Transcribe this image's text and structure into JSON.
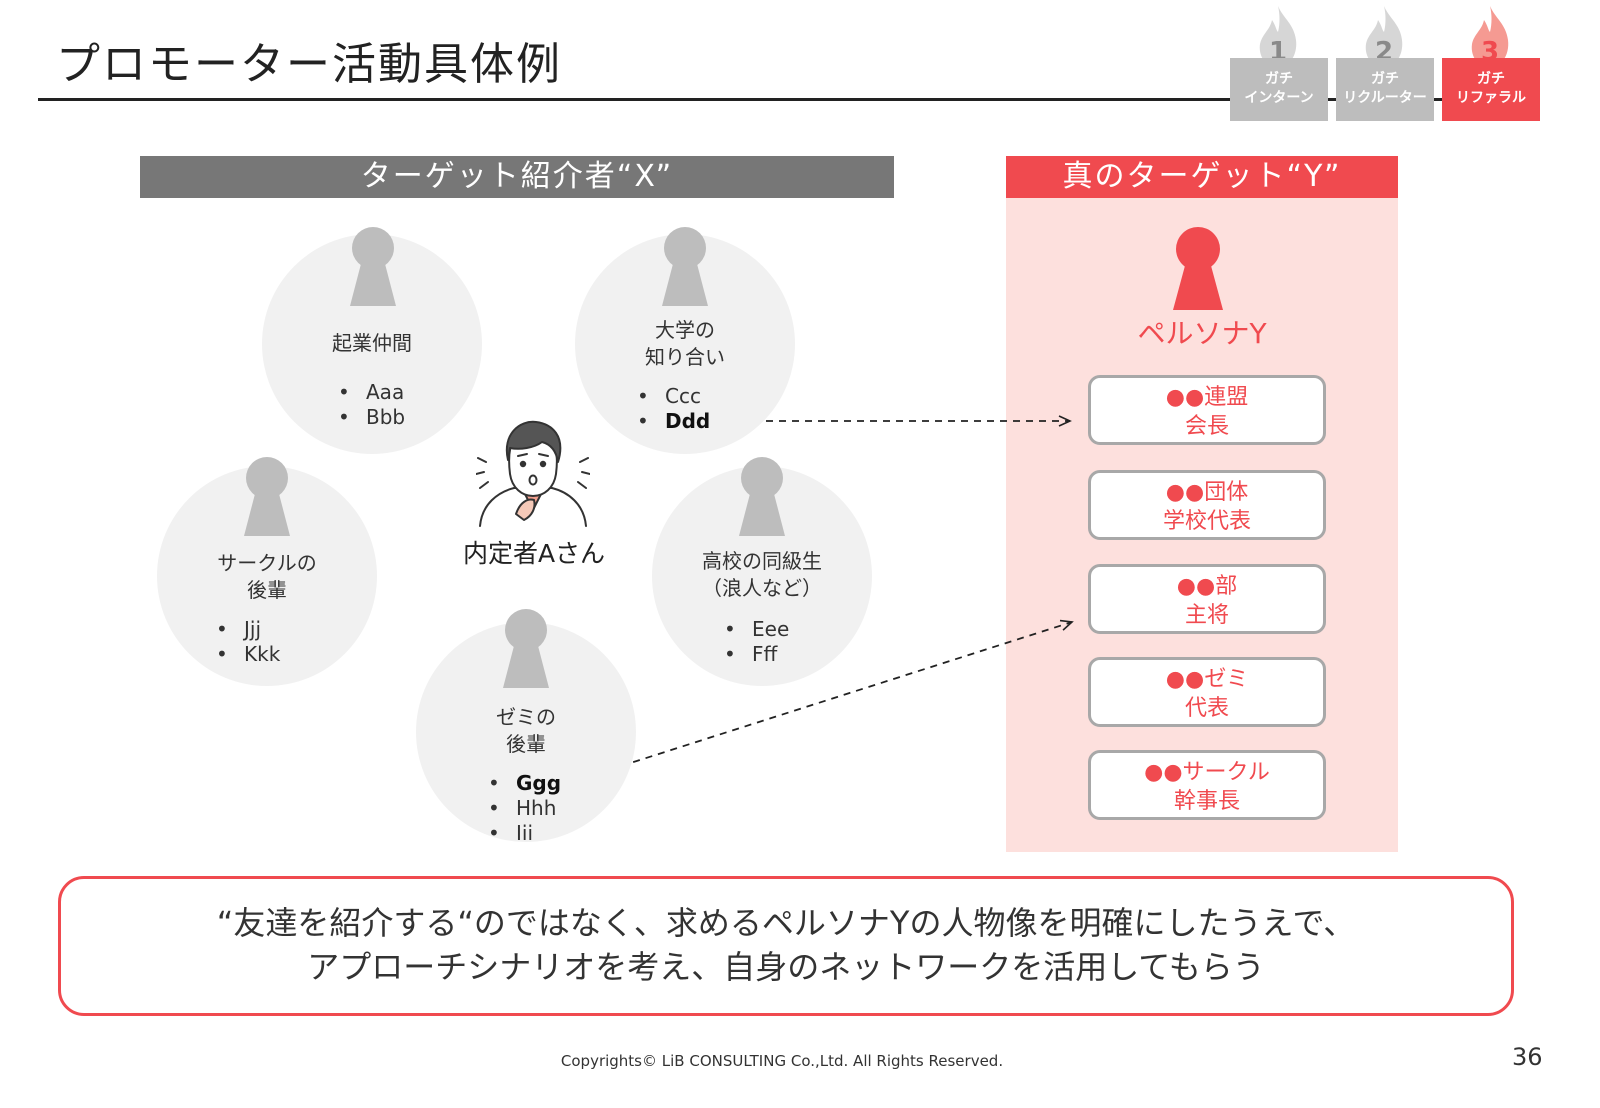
{
  "title": "プロモーター活動具体例",
  "steps": [
    {
      "num": "1",
      "line1": "ガチ",
      "line2": "インターン"
    },
    {
      "num": "2",
      "line1": "ガチ",
      "line2": "リクルーター"
    },
    {
      "num": "3",
      "line1": "ガチ",
      "line2": "リファラル"
    }
  ],
  "colors": {
    "accent": "#f04a4f",
    "gray": "#777777",
    "light_pink": "#fde0dd",
    "circle": "#f1f1f1"
  },
  "target_x": {
    "header": "ターゲット紹介者“X”",
    "center_label": "内定者Aさん",
    "groups": [
      {
        "line1": "起業仲間",
        "line2": "",
        "items": [
          {
            "text": "Aaa"
          },
          {
            "text": "Bbb"
          }
        ]
      },
      {
        "line1": "大学の",
        "line2": "知り合い",
        "items": [
          {
            "text": "Ccc"
          },
          {
            "text": "Ddd"
          }
        ]
      },
      {
        "line1": "サークルの",
        "line2": "後輩",
        "items": [
          {
            "text": "Jjj"
          },
          {
            "text": "Kkk"
          }
        ]
      },
      {
        "line1": "高校の同級生",
        "line2": "（浪人など）",
        "items": [
          {
            "text": "Eee"
          },
          {
            "text": "Fff"
          }
        ]
      },
      {
        "line1": "ゼミの",
        "line2": "後輩",
        "items": [
          {
            "text": "Ggg"
          },
          {
            "text": "Hhh"
          },
          {
            "text": "Iii"
          }
        ]
      }
    ]
  },
  "target_y": {
    "header": "真のターゲット“Y”",
    "persona_label": "ペルソナY",
    "items": [
      {
        "line1": "●●連盟",
        "line2": "会長"
      },
      {
        "line1": "●●団体",
        "line2": "学校代表"
      },
      {
        "line1": "●●部",
        "line2": "主将"
      },
      {
        "line1": "●●ゼミ",
        "line2": "代表"
      },
      {
        "line1": "●●サークル",
        "line2": "幹事長"
      }
    ]
  },
  "message": {
    "line1": "“友達を紹介する“のではなく、求めるペルソナYの人物像を明確にしたうえで、",
    "line2": "アプローチシナリオを考え、自身のネットワークを活用してもらう"
  },
  "footer": "Copyrights© LiB CONSULTING Co.,Ltd.  All Rights Reserved.",
  "page_number": "36"
}
